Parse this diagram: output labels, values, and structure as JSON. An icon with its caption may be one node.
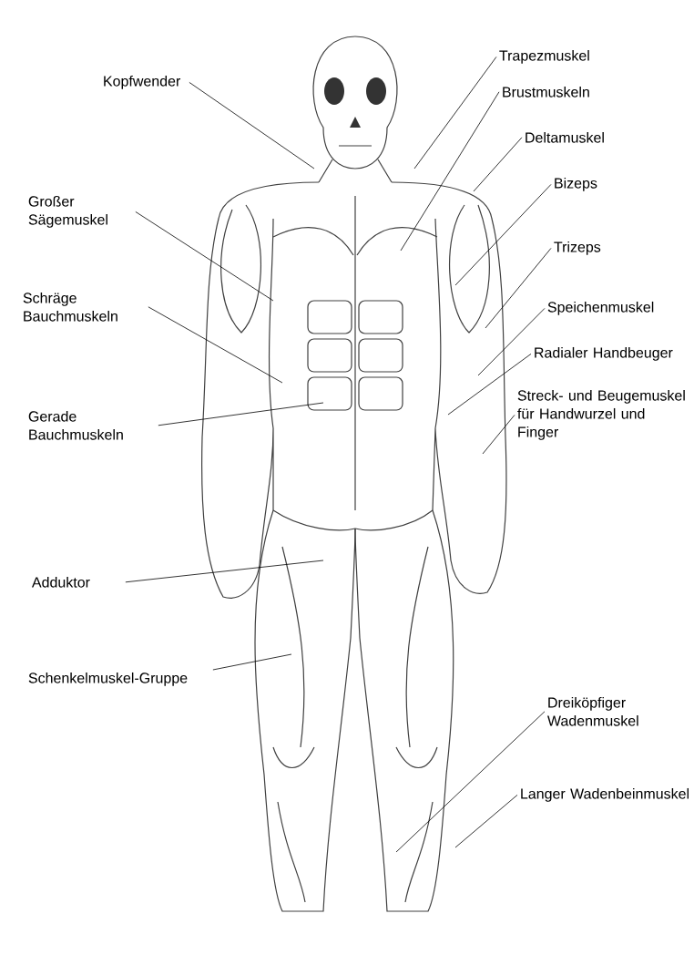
{
  "diagram": {
    "nodes": [
      {
        "text": [
          "Kopfwender"
        ]
      },
      {
        "text": [
          "Großer Sägemuskel"
        ]
      },
      {
        "text": [
          "Schräge Bauchmuskeln"
        ]
      },
      {
        "text": [
          "Gerade Bauchmuskeln"
        ]
      },
      {
        "text": [
          "Adduktor"
        ]
      },
      {
        "text": [
          "Schenkelmuskel-Gruppe"
        ]
      },
      {
        "text": [
          "Trapezmuskel"
        ]
      },
      {
        "text": [
          "Brustmuskeln"
        ]
      },
      {
        "text": [
          "Deltamuskel"
        ]
      },
      {
        "text": [
          "Bizeps"
        ]
      },
      {
        "text": [
          "Trizeps"
        ]
      },
      {
        "text": [
          "Speichenmuskel"
        ]
      },
      {
        "text": [
          "Radialer Handbeuger"
        ]
      },
      {
        "text": [
          "Streck- und Beugemuskel für Handwurzel und Finger"
        ]
      },
      {
        "text": [
          "Dreiköpfiger Wadenmuskel"
        ]
      },
      {
        "text": [
          "Langer Wadenbeinmuskel"
        ]
      }
    ],
    "edges": [
      {
        "from": 0,
        "to": null,
        "arrow": "none"
      },
      {
        "from": 1,
        "to": null,
        "arrow": "none"
      },
      {
        "from": 2,
        "to": null,
        "arrow": "none"
      },
      {
        "from": 3,
        "to": null,
        "arrow": "none"
      },
      {
        "from": 4,
        "to": null,
        "arrow": "none"
      },
      {
        "from": 5,
        "to": null,
        "arrow": "none"
      },
      {
        "from": 6,
        "to": null,
        "arrow": "none"
      },
      {
        "from": 7,
        "to": null,
        "arrow": "none"
      },
      {
        "from": 8,
        "to": null,
        "arrow": "none"
      },
      {
        "from": 9,
        "to": null,
        "arrow": "none"
      },
      {
        "from": 10,
        "to": null,
        "arrow": "none"
      },
      {
        "from": 11,
        "to": null,
        "arrow": "none"
      },
      {
        "from": 12,
        "to": null,
        "arrow": "none"
      },
      {
        "from": 13,
        "to": null,
        "arrow": "none"
      },
      {
        "from": 14,
        "to": null,
        "arrow": "none"
      },
      {
        "from": 15,
        "to": null,
        "arrow": "none"
      }
    ]
  }
}
